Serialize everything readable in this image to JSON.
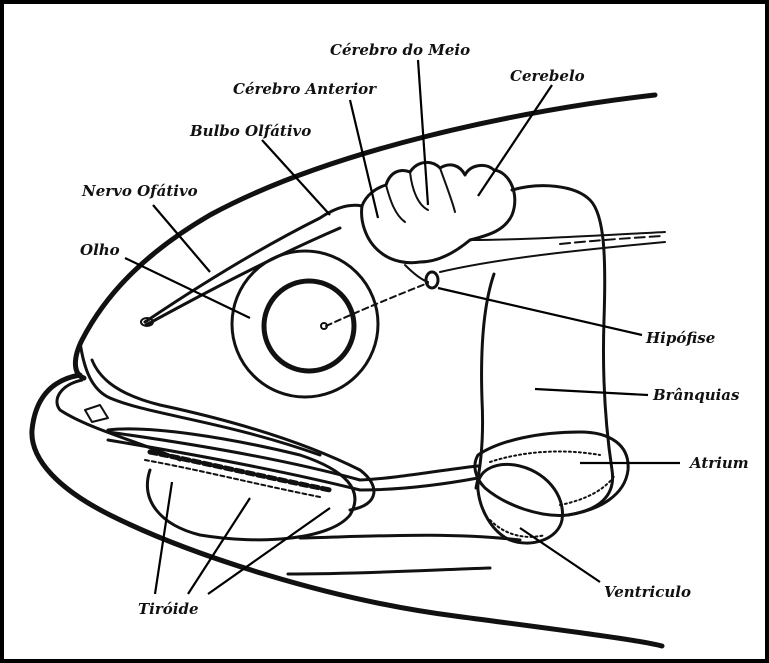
{
  "labels": {
    "cerebro_do_meio": "Cérebro do Meio",
    "cerebro_anterior": "Cérebro Anterior",
    "cerebelo": "Cerebelo",
    "bulbo_olfativo": "Bulbo Olfátivo",
    "nervo_olfativo": "Nervo Ofátivo",
    "olho": "Olho",
    "hipofise": "Hipófise",
    "branquias": "Brânquias",
    "atrium": "Atrium",
    "tiroide": "Tiróide",
    "ventriculo": "Ventriculo"
  }
}
